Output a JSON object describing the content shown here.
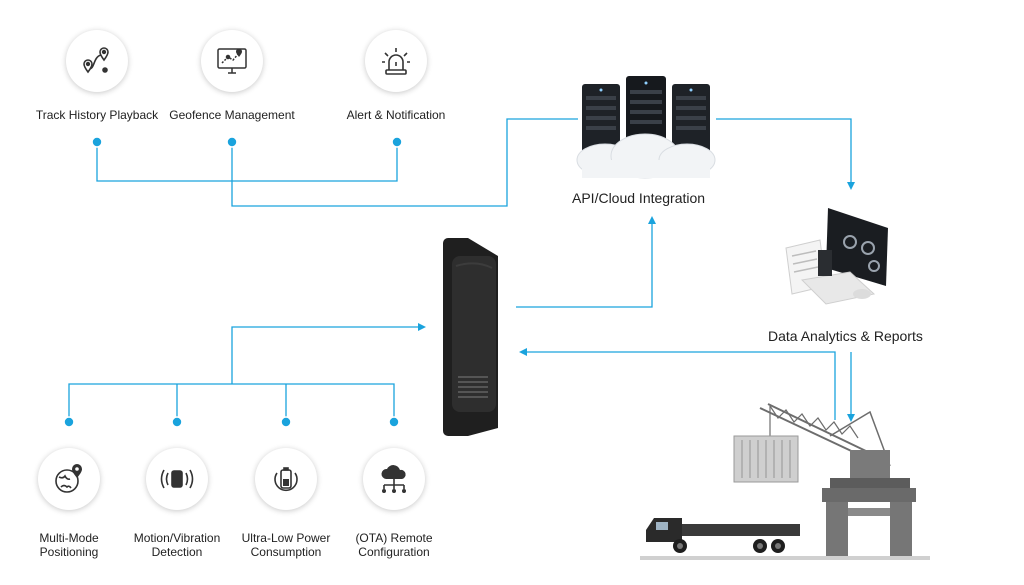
{
  "top_features": [
    {
      "label": "Track History Playback",
      "icon": "route-pin-icon"
    },
    {
      "label": "Geofence Management",
      "icon": "geofence-monitor-icon"
    },
    {
      "label": "Alert & Notification",
      "icon": "alarm-light-icon"
    }
  ],
  "bottom_features": [
    {
      "line1": "Multi-Mode",
      "line2": "Positioning",
      "icon": "globe-pin-icon"
    },
    {
      "line1": "Motion/Vibration",
      "line2": "Detection",
      "icon": "vibration-icon"
    },
    {
      "line1": "Ultra-Low Power",
      "line2": "Consumption",
      "icon": "battery-icon"
    },
    {
      "line1": "(OTA) Remote",
      "line2": "Configuration",
      "icon": "cloud-network-icon"
    }
  ],
  "nodes": {
    "cloud": "API/Cloud Integration",
    "analytics": "Data Analytics & Reports"
  },
  "colors": {
    "line": "#1aa3dd",
    "device": "#1c1c1c"
  }
}
